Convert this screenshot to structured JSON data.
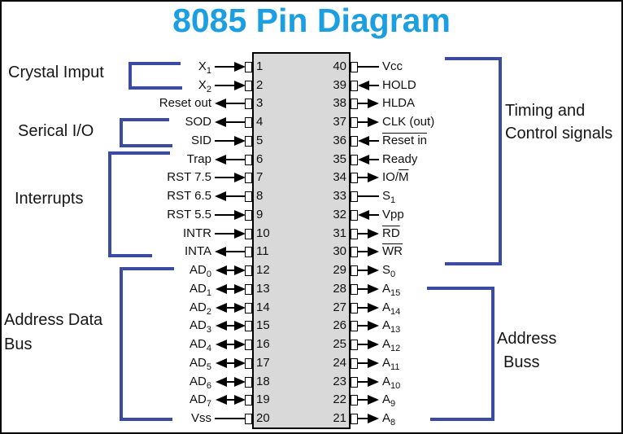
{
  "title": "8085 Pin Diagram",
  "colors": {
    "title": "#1b9fe1",
    "bracket": "#3b4ba1",
    "chip_fill": "#d9d9d9",
    "line": "#000000"
  },
  "groups": {
    "crystal": "Crystal Imput",
    "serial": "Serical I/O",
    "interrupts": "Interrupts",
    "address_data_line1": "Address Data",
    "address_data_line2": "Bus",
    "timing_line1": "Timing and",
    "timing_line2": "Control signals",
    "address_bus_line1": "Address",
    "address_bus_line2": "Buss"
  },
  "left_pins": [
    {
      "num": "1",
      "label": "X_{1}",
      "arrow": "right"
    },
    {
      "num": "2",
      "label": "X_{2}",
      "arrow": "right"
    },
    {
      "num": "3",
      "label": "Reset out",
      "arrow": "left"
    },
    {
      "num": "4",
      "label": "SOD",
      "arrow": "left"
    },
    {
      "num": "5",
      "label": "SID",
      "arrow": "right"
    },
    {
      "num": "6",
      "label": "Trap",
      "arrow": "left"
    },
    {
      "num": "7",
      "label": "RST 7.5",
      "arrow": "right"
    },
    {
      "num": "8",
      "label": "RST 6.5",
      "arrow": "left"
    },
    {
      "num": "9",
      "label": "RST 5.5",
      "arrow": "right"
    },
    {
      "num": "10",
      "label": "INTR",
      "arrow": "right"
    },
    {
      "num": "11",
      "label": "INTA",
      "arrow": "left"
    },
    {
      "num": "12",
      "label": "AD_{0}",
      "arrow": "both"
    },
    {
      "num": "13",
      "label": "AD_{1}",
      "arrow": "both"
    },
    {
      "num": "14",
      "label": "AD_{2}",
      "arrow": "both"
    },
    {
      "num": "15",
      "label": "AD_{3}",
      "arrow": "both"
    },
    {
      "num": "16",
      "label": "AD_{4}",
      "arrow": "both"
    },
    {
      "num": "17",
      "label": "AD_{5}",
      "arrow": "both"
    },
    {
      "num": "18",
      "label": "AD_{6}",
      "arrow": "both"
    },
    {
      "num": "19",
      "label": "AD_{7}",
      "arrow": "both"
    },
    {
      "num": "20",
      "label": "Vss",
      "arrow": "none"
    }
  ],
  "right_pins": [
    {
      "num": "40",
      "label": "Vcc",
      "arrow": "none"
    },
    {
      "num": "39",
      "label": "HOLD",
      "arrow": "left"
    },
    {
      "num": "38",
      "label": "HLDA",
      "arrow": "right"
    },
    {
      "num": "37",
      "label": "CLK (out)",
      "arrow": "right"
    },
    {
      "num": "36",
      "label": "~Reset in~",
      "arrow": "left"
    },
    {
      "num": "35",
      "label": "Ready",
      "arrow": "left"
    },
    {
      "num": "34",
      "label": "IO/~M~",
      "arrow": "right"
    },
    {
      "num": "33",
      "label": "S_{1}",
      "arrow": "none"
    },
    {
      "num": "32",
      "label": "Vpp",
      "arrow": "left"
    },
    {
      "num": "31",
      "label": "~RD~",
      "arrow": "right"
    },
    {
      "num": "30",
      "label": "~WR~",
      "arrow": "right"
    },
    {
      "num": "29",
      "label": "S_{0}",
      "arrow": "right"
    },
    {
      "num": "28",
      "label": "A_{15}",
      "arrow": "right"
    },
    {
      "num": "27",
      "label": "A_{14}",
      "arrow": "right"
    },
    {
      "num": "26",
      "label": "A_{13}",
      "arrow": "right"
    },
    {
      "num": "25",
      "label": "A_{12}",
      "arrow": "right"
    },
    {
      "num": "24",
      "label": "A_{11}",
      "arrow": "right"
    },
    {
      "num": "23",
      "label": "A_{10}",
      "arrow": "right"
    },
    {
      "num": "22",
      "label": "A_{9}",
      "arrow": "right"
    },
    {
      "num": "21",
      "label": "A_{8}",
      "arrow": "right"
    }
  ]
}
